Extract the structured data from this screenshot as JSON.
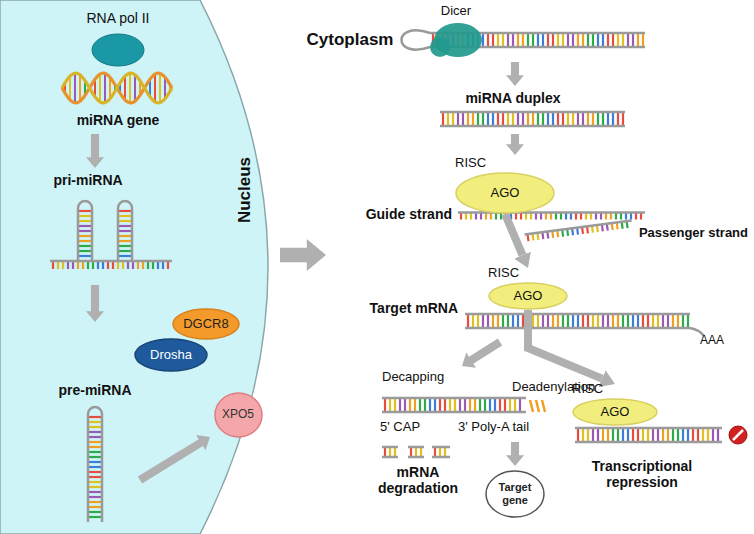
{
  "diagram": {
    "nodes": [
      {
        "text": [
          "Nucleus"
        ]
      },
      {
        "text": [
          "DGCR8"
        ],
        "in": 0
      },
      {
        "text": [
          "Drosha"
        ],
        "in": 0
      },
      {
        "text": [
          "XPO5"
        ]
      },
      {
        "text": [
          "RISC",
          "AGO"
        ]
      },
      {
        "text": [
          "RISC",
          "AGO"
        ]
      },
      {
        "text": [
          "RISC",
          "AGO"
        ]
      },
      {
        "text": [
          "Target gene"
        ]
      }
    ],
    "edges": [
      {
        "from": 4,
        "to": 5,
        "arrow": "to"
      },
      {
        "from": 5,
        "to": 6,
        "arrow": "to"
      }
    ],
    "labels": [
      "RNA pol II",
      "miRNA gene",
      "pri-miRNA",
      "pre-miRNA",
      "Cytoplasm",
      "Dicer",
      "miRNA duplex",
      "Guide strand",
      "Passenger strand",
      "Target mRNA",
      "AAA",
      "Decapping",
      "Deadenylation",
      "5' CAP",
      "3' Poly-A tail",
      "mRNA degradation",
      "Transcriptional repression"
    ]
  }
}
